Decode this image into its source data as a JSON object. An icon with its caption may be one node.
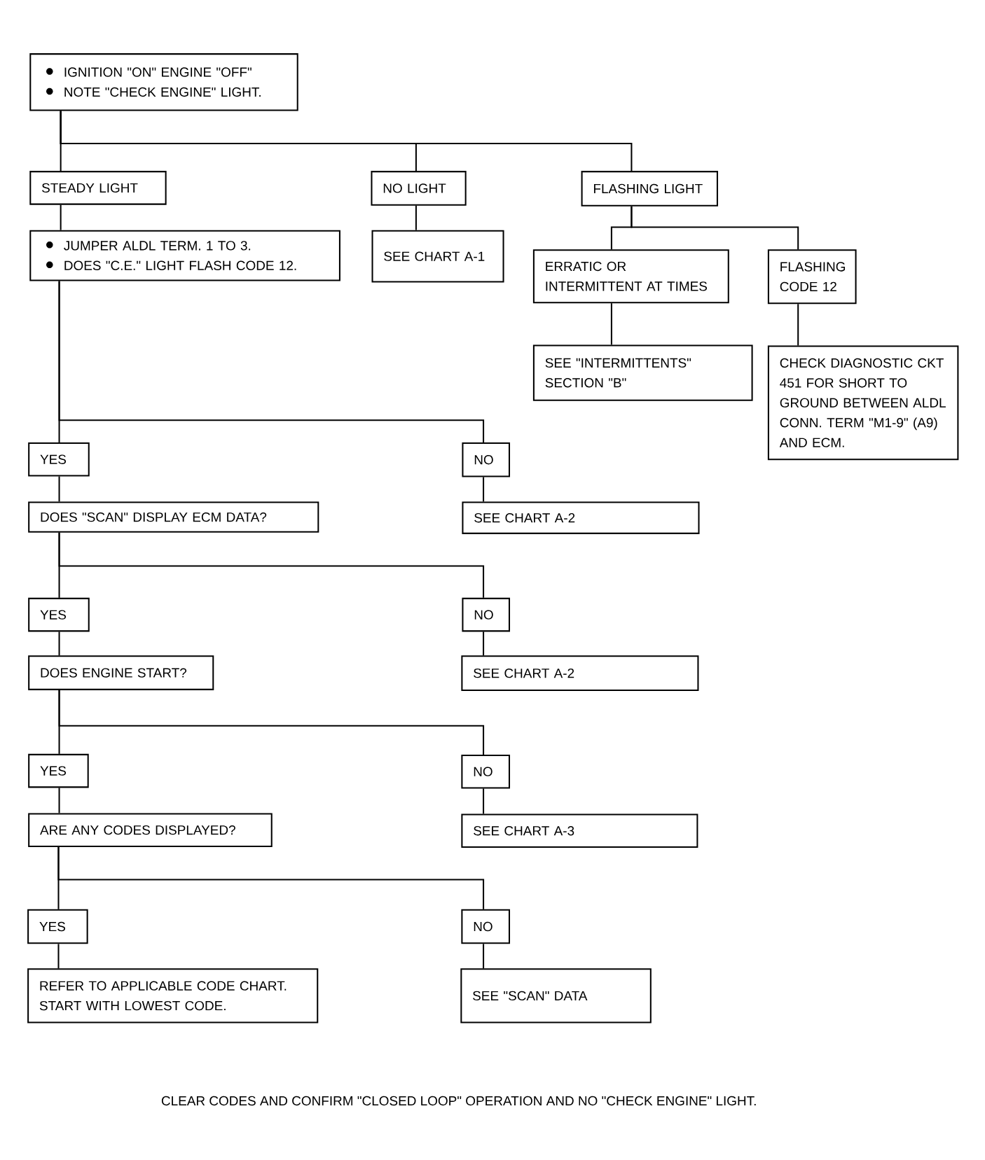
{
  "diagram": {
    "nodes": [
      {
        "text": [
          "IGNITION \"ON\" ENGINE \"OFF\"",
          "NOTE \"CHECK ENGINE\" LIGHT."
        ]
      },
      {
        "text": [
          "STEADY LIGHT"
        ]
      },
      {
        "text": [
          "NO LIGHT"
        ]
      },
      {
        "text": [
          "FLASHING LIGHT"
        ]
      },
      {
        "text": [
          "JUMPER ALDL TERM.   1 TO 3.",
          "DOES \"C.E.\" LIGHT FLASH CODE 12."
        ]
      },
      {
        "text": [
          "SEE CHART A-1"
        ]
      },
      {
        "text": [
          "ERRATIC OR INTERMITTENT AT TIMES"
        ]
      },
      {
        "text": [
          "FLASHING CODE 12"
        ]
      },
      {
        "text": [
          "SEE \"INTERMITTENTS\" SECTION \"B\""
        ]
      },
      {
        "text": [
          "CHECK DIAGNOSTIC CKT 451 FOR SHORT TO GROUND BETWEEN ALDL CONN. TERM \"M1-9\" (A9) AND ECM."
        ]
      },
      {
        "text": [
          "YES"
        ]
      },
      {
        "text": [
          "NO"
        ]
      },
      {
        "text": [
          "DOES \"SCAN\" DISPLAY ECM DATA?"
        ]
      },
      {
        "text": [
          "SEE CHART A-2"
        ]
      },
      {
        "text": [
          "YES"
        ]
      },
      {
        "text": [
          "NO"
        ]
      },
      {
        "text": [
          "DOES ENGINE START?"
        ]
      },
      {
        "text": [
          "SEE CHART A-2"
        ]
      },
      {
        "text": [
          "YES"
        ]
      },
      {
        "text": [
          "NO"
        ]
      },
      {
        "text": [
          "ARE ANY CODES DISPLAYED?"
        ]
      },
      {
        "text": [
          "SEE CHART A-3"
        ]
      },
      {
        "text": [
          "YES"
        ]
      },
      {
        "text": [
          "NO"
        ]
      },
      {
        "text": [
          "REFER TO APPLICABLE CODE CHART. START WITH LOWEST CODE."
        ]
      },
      {
        "text": [
          "SEE \"SCAN\" DATA"
        ]
      }
    ],
    "edges": [
      {
        "from": 0,
        "to": 1,
        "arrow": "none"
      },
      {
        "from": 0,
        "to": 2,
        "arrow": "none"
      },
      {
        "from": 0,
        "to": 3,
        "arrow": "none"
      },
      {
        "from": 1,
        "to": 4,
        "arrow": "none"
      },
      {
        "from": 2,
        "to": 5,
        "arrow": "none"
      },
      {
        "from": 3,
        "to": 6,
        "arrow": "none"
      },
      {
        "from": 3,
        "to": 7,
        "arrow": "none"
      },
      {
        "from": 6,
        "to": 8,
        "arrow": "none"
      },
      {
        "from": 7,
        "to": 9,
        "arrow": "none"
      },
      {
        "from": 4,
        "to": 10,
        "arrow": "none"
      },
      {
        "from": 4,
        "to": 11,
        "arrow": "none"
      },
      {
        "from": 10,
        "to": 12,
        "arrow": "none"
      },
      {
        "from": 11,
        "to": 13,
        "arrow": "none"
      },
      {
        "from": 12,
        "to": 14,
        "arrow": "none"
      },
      {
        "from": 12,
        "to": 15,
        "arrow": "none"
      },
      {
        "from": 14,
        "to": 16,
        "arrow": "none"
      },
      {
        "from": 15,
        "to": 17,
        "arrow": "none"
      },
      {
        "from": 16,
        "to": 18,
        "arrow": "none"
      },
      {
        "from": 16,
        "to": 19,
        "arrow": "none"
      },
      {
        "from": 18,
        "to": 20,
        "arrow": "none"
      },
      {
        "from": 19,
        "to": 21,
        "arrow": "none"
      },
      {
        "from": 20,
        "to": 22,
        "arrow": "none"
      },
      {
        "from": 20,
        "to": 23,
        "arrow": "none"
      },
      {
        "from": 22,
        "to": 24,
        "arrow": "none"
      },
      {
        "from": 23,
        "to": 25,
        "arrow": "none"
      }
    ],
    "labels": [
      "CLEAR CODES AND CONFIRM \"CLOSED LOOP\" OPERATION AND NO \"CHECK ENGINE\" LIGHT."
    ]
  }
}
